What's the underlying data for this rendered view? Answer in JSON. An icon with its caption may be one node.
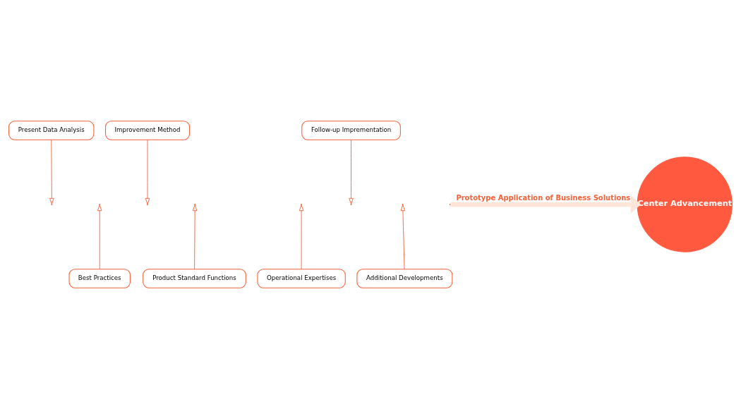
{
  "diagram": {
    "nodes": [
      {
        "text": [
          "Present Data Analysis"
        ]
      },
      {
        "text": [
          "Improvement Method"
        ]
      },
      {
        "text": [
          "Follow-up Imprementation"
        ]
      },
      {
        "text": [
          "Best Practices"
        ]
      },
      {
        "text": [
          "Product Standard Functions"
        ]
      },
      {
        "text": [
          "Operational Expertises"
        ]
      },
      {
        "text": [
          "Additional Developments"
        ]
      },
      {
        "text": [
          "Center Advancement"
        ]
      }
    ],
    "edges": [
      {
        "from": 0,
        "to": null,
        "arrow": "to"
      },
      {
        "from": 1,
        "to": null,
        "arrow": "to"
      },
      {
        "from": 2,
        "to": null,
        "arrow": "to"
      },
      {
        "from": 3,
        "to": null,
        "arrow": "to"
      },
      {
        "from": 4,
        "to": null,
        "arrow": "to"
      },
      {
        "from": 5,
        "to": null,
        "arrow": "to"
      },
      {
        "from": 6,
        "to": null,
        "arrow": "to"
      },
      {
        "from": null,
        "to": 7,
        "arrow": "to",
        "label": "Prototype Application of Business Solutions",
        "style": "thick",
        "color": "#fde6d8"
      }
    ]
  }
}
